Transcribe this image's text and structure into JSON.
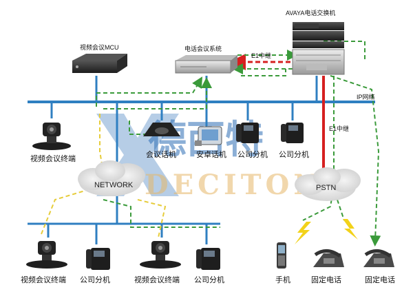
{
  "labels": {
    "avaya_switch": "AVAYA电话交换机",
    "mcu": "视频会议MCU",
    "phone_conf_system": "电话会议系统",
    "e1_trunk_top": "E1中继",
    "ip_network": "IP网络",
    "e1_trunk_vertical": "E1中继",
    "video_terminal_top": "视频会议终端",
    "conference_phone": "会议话机",
    "android_phone": "安卓话机",
    "company_ext_1": "公司分机",
    "company_ext_2": "公司分机",
    "network_cloud": "NETWORK",
    "pstn_cloud": "PSTN",
    "video_terminal_bottom_1": "视频会议终端",
    "company_ext_bottom_1": "公司分机",
    "video_terminal_bottom_2": "视频会议终端",
    "company_ext_bottom_2": "公司分机",
    "mobile_phone": "手机",
    "landline_1": "固定电话",
    "landline_2": "固定电话"
  },
  "watermark": {
    "cn": "德西特",
    "en": "DECITONE"
  },
  "colors": {
    "bus": "#2f7fc1",
    "green_dashed": "#3a9a3a",
    "yellow_dashed": "#e6cc3a",
    "red_trunk": "#d62020",
    "lightning": "#f2d21a"
  },
  "icons": {
    "server": "rack-server-icon",
    "camera": "video-camera-icon",
    "conf_phone": "conference-phone-icon",
    "ip_phone": "ip-desk-phone-icon",
    "cell": "mobile-phone-icon",
    "landline": "landline-phone-icon",
    "cloud": "cloud-icon",
    "lightning": "lightning-icon"
  }
}
